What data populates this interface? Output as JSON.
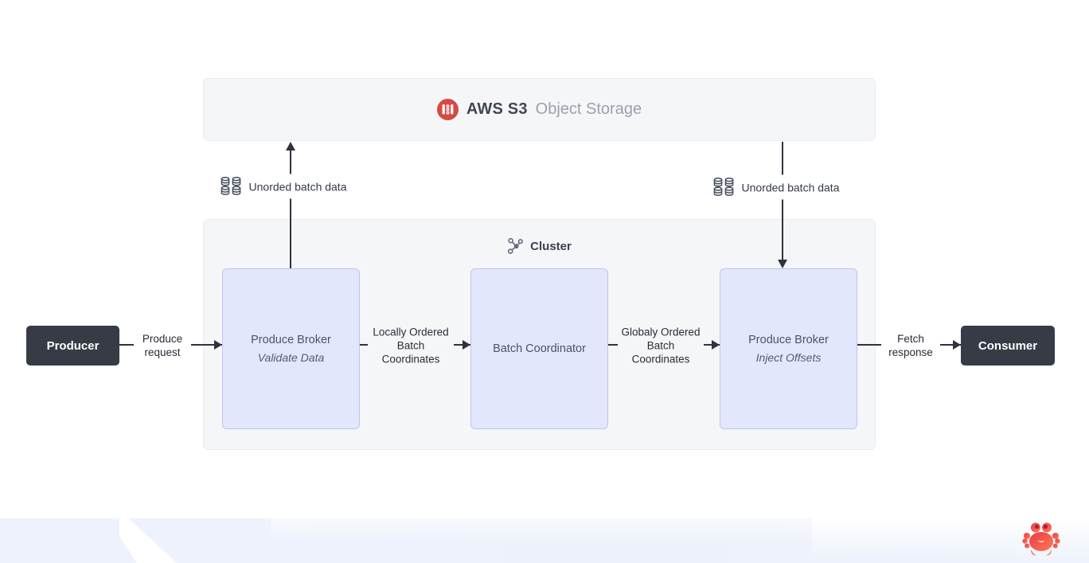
{
  "s3_panel": {
    "title_bold": "AWS S3",
    "title_light": "Object Storage",
    "icon": "s3-bucket-icon"
  },
  "cluster_panel": {
    "title": "Cluster",
    "icon": "network-hub-icon"
  },
  "nodes": {
    "producer": {
      "label": "Producer"
    },
    "consumer": {
      "label": "Consumer"
    },
    "broker_validate": {
      "title": "Produce Broker",
      "subtitle": "Validate Data"
    },
    "batch_coordinator": {
      "title": "Batch Coordinator"
    },
    "broker_inject": {
      "title": "Produce Broker",
      "subtitle": "Inject Offsets"
    }
  },
  "edges": {
    "produce_request": {
      "label": "Produce request"
    },
    "locally_ordered": {
      "label": "Locally Ordered Batch Coordinates"
    },
    "globally_ordered": {
      "label": "Globaly Ordered Batch Coordinates"
    },
    "fetch_response": {
      "label": "Fetch response"
    },
    "unordered_left": {
      "label": "Unorded batch data",
      "icon": "database-grid-icon"
    },
    "unordered_right": {
      "label": "Unorded batch data",
      "icon": "database-grid-icon"
    }
  },
  "footer": {
    "logo": "crab-icon"
  },
  "colors": {
    "accent_red": "#d84942",
    "crab_gradient_start": "#ee3a4f",
    "crab_gradient_end": "#fb7a4e",
    "panel_fill": "#f5f6f8",
    "panel_border": "#e9ebef",
    "node_fill": "#e2e7fc",
    "node_border": "#bcc6f0",
    "dark_node": "#373b45",
    "line": "#2f333d",
    "footer_band": "#edf1fb"
  }
}
